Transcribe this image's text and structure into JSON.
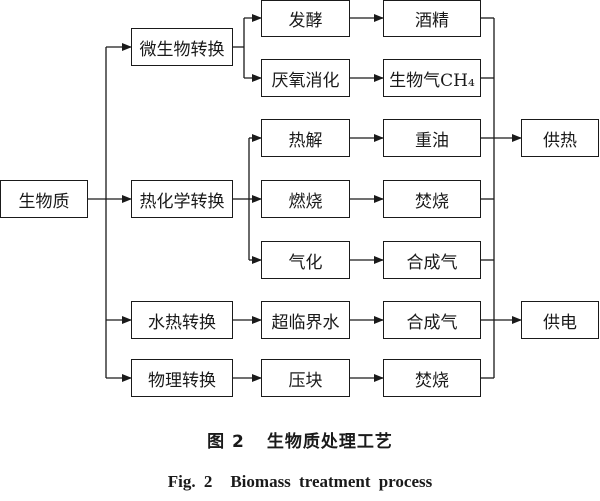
{
  "nodes": {
    "biomass": "生物质",
    "micro": "微生物转换",
    "thermochem": "热化学转换",
    "hydrothermal": "水热转换",
    "physical": "物理转换",
    "ferment": "发酵",
    "anaerobic": "厌氧消化",
    "pyrolysis": "热解",
    "combustion": "燃烧",
    "gasification": "气化",
    "supercritical": "超临界水",
    "briquette": "压块",
    "alcohol": "酒精",
    "biogas": "生物气CH₄",
    "heavy_oil": "重油",
    "incineration1": "焚烧",
    "syngas1": "合成气",
    "syngas2": "合成气",
    "incineration2": "焚烧",
    "heat": "供热",
    "power": "供电"
  },
  "caption": {
    "cn_number": "图 2",
    "cn_title": "生物质处理工艺",
    "en_number": "Fig. 2",
    "en_title": "Biomass treatment process"
  }
}
